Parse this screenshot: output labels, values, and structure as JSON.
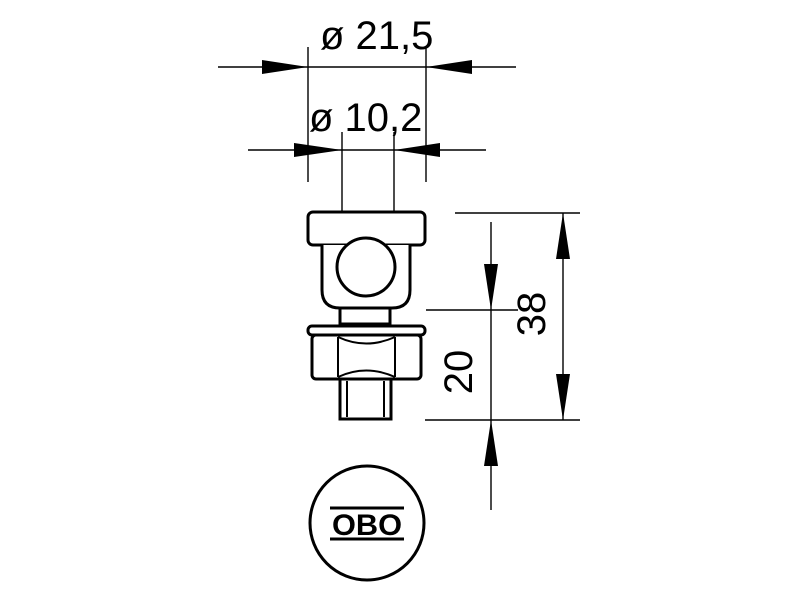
{
  "dimensions": {
    "outer_diameter": "ø 21,5",
    "inner_diameter": "ø 10,2",
    "total_height": "38",
    "thread_height": "20"
  },
  "logo": {
    "text": "OBO"
  },
  "colors": {
    "ink": "#000000",
    "background": "#ffffff"
  }
}
